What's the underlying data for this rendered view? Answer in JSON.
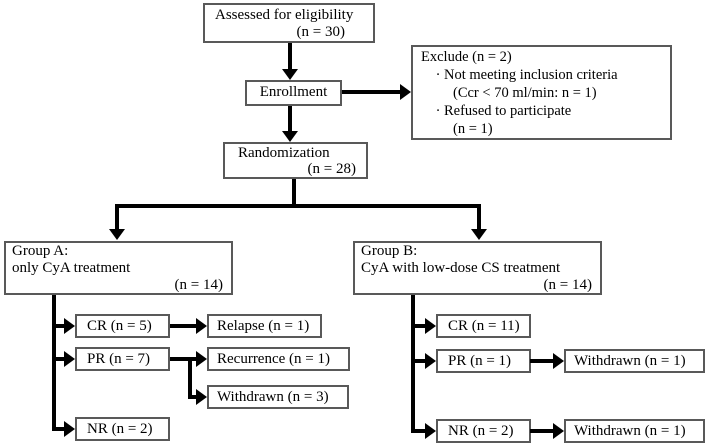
{
  "diagram": {
    "assessed": {
      "line1": "Assessed for eligibility",
      "n": "(n = 30)"
    },
    "enrollment": {
      "label": "Enrollment"
    },
    "exclusion": {
      "title": "Exclude (n = 2)",
      "bullet": "·",
      "items": [
        {
          "text": "Not meeting inclusion criteria",
          "detail": "(Ccr < 70 ml/min: n = 1)"
        },
        {
          "text": "Refused to participate",
          "detail": "(n = 1)"
        }
      ]
    },
    "randomization": {
      "line1": "Randomization",
      "n": "(n = 28)"
    },
    "group_a": {
      "title": "Group A:",
      "treatment": "only CyA treatment",
      "n": "(n = 14)"
    },
    "group_b": {
      "title": "Group B:",
      "treatment": "CyA with low-dose CS treatment",
      "n": "(n = 14)"
    },
    "group_a_outcomes": {
      "cr": "CR (n = 5)",
      "relapse": "Relapse (n = 1)",
      "pr": "PR (n = 7)",
      "recurrence": "Recurrence (n = 1)",
      "withdrawn": "Withdrawn (n = 3)",
      "nr": "NR (n = 2)"
    },
    "group_b_outcomes": {
      "cr": "CR (n = 11)",
      "pr": "PR (n = 1)",
      "pr_withdrawn": "Withdrawn (n = 1)",
      "nr": "NR (n = 2)",
      "nr_withdrawn": "Withdrawn (n = 1)"
    },
    "colors": {
      "line": "#000000",
      "box_border": "#595959",
      "background": "#ffffff",
      "text": "#000000"
    }
  }
}
